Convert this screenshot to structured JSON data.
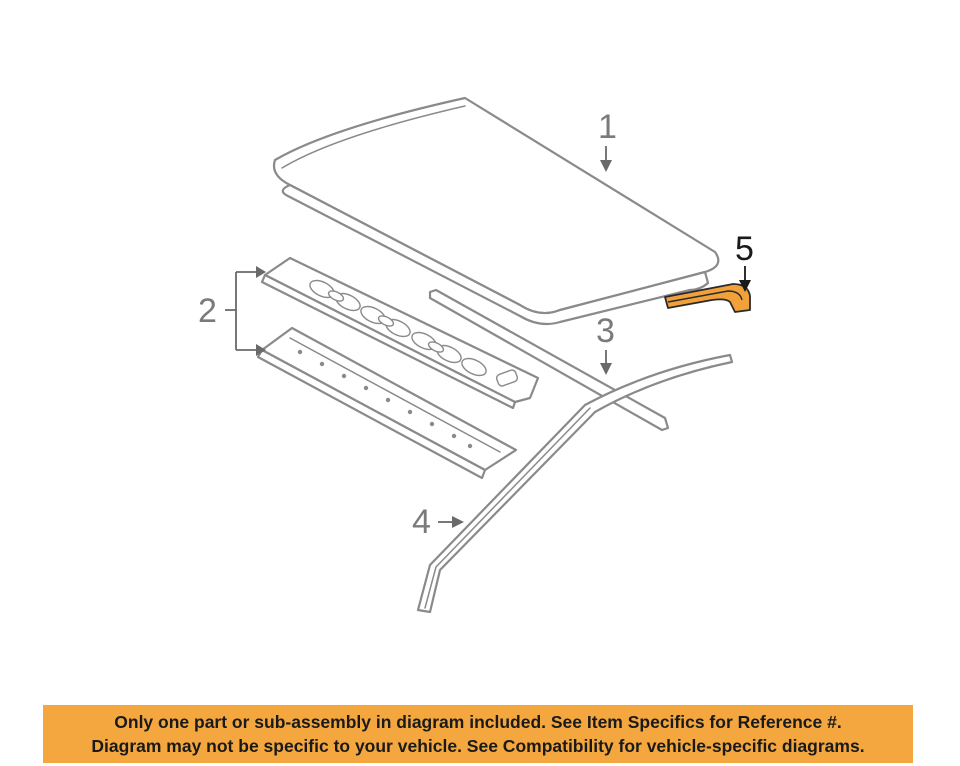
{
  "callouts": {
    "c1": "1",
    "c2": "2",
    "c3": "3",
    "c4": "4",
    "c5": "5"
  },
  "notice": {
    "line1": "Only one part or sub-assembly in diagram included. See Item Specifics for Reference #.",
    "line2": "Diagram may not be specific to your vehicle. See Compatibility for vehicle-specific diagrams."
  },
  "colors": {
    "highlight_part": "#f0a13a",
    "notice_background": "#f4a73f",
    "line_art": "#8a8a8a"
  }
}
